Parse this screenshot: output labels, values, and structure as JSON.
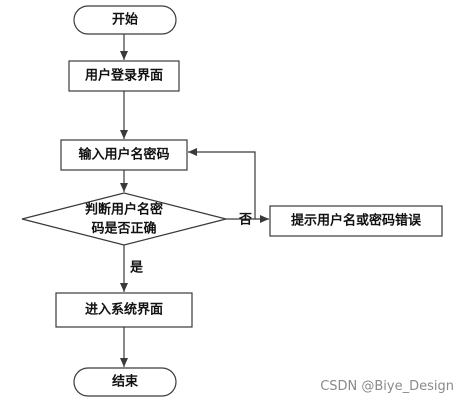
{
  "nodes": {
    "start": "开始",
    "login_ui": "用户登录界面",
    "input": "输入用户名密码",
    "decision_line1": "判断用户名密",
    "decision_line2": "码是否正确",
    "error": "提示用户名或密码错误",
    "enter": "进入系统界面",
    "end": "结束"
  },
  "edges": {
    "no": "否",
    "yes": "是"
  },
  "watermark": "CSDN @Biye_Design"
}
